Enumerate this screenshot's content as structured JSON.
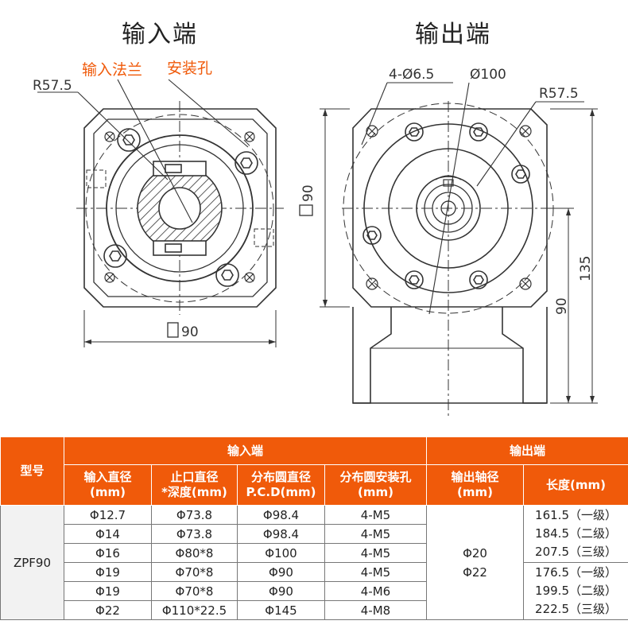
{
  "drawing": {
    "input_title": "输入端",
    "output_title": "输出端",
    "input_labels": {
      "radius": "R57.5",
      "flange": "输入法兰",
      "mount_hole": "安装孔",
      "square": "90"
    },
    "output_labels": {
      "holes": "4-Ø6.5",
      "diameter": "Ø100",
      "radius": "R57.5",
      "square": "90",
      "height_total": "135",
      "height_flange": "90"
    },
    "colors": {
      "line": "#333333",
      "accent": "#f05a0a"
    }
  },
  "table": {
    "header": {
      "model": "型号",
      "input_group": "输入端",
      "output_group": "输出端",
      "input_dia": "输入直径\n(mm)",
      "spigot": "止口直径\n*深度(mm)",
      "pcd": "分布圆直径\nP.C.D(mm)",
      "holes": "分布圆安装孔\n(mm)",
      "output_shaft": "输出轴径\n(mm)",
      "length": "长度(mm)"
    },
    "model": "ZPF90",
    "rows": [
      {
        "input_dia": "Φ12.7",
        "spigot": "Φ73.8",
        "pcd": "Φ98.4",
        "holes": "4-M5"
      },
      {
        "input_dia": "Φ14",
        "spigot": "Φ73.8",
        "pcd": "Φ98.4",
        "holes": "4-M5"
      },
      {
        "input_dia": "Φ16",
        "spigot": "Φ80*8",
        "pcd": "Φ100",
        "holes": "4-M5"
      },
      {
        "input_dia": "Φ19",
        "spigot": "Φ70*8",
        "pcd": "Φ90",
        "holes": "4-M5"
      },
      {
        "input_dia": "Φ19",
        "spigot": "Φ70*8",
        "pcd": "Φ90",
        "holes": "4-M6"
      },
      {
        "input_dia": "Φ22",
        "spigot": "Φ110*22.5",
        "pcd": "Φ145",
        "holes": "4-M8"
      }
    ],
    "output_shaft": [
      "Φ20",
      "Φ22"
    ],
    "lengths_group1": [
      "161.5（一级）",
      "184.5（二级）",
      "207.5（三级）"
    ],
    "lengths_group2": [
      "176.5（一级）",
      "199.5（二级）",
      "222.5（三级）"
    ]
  }
}
